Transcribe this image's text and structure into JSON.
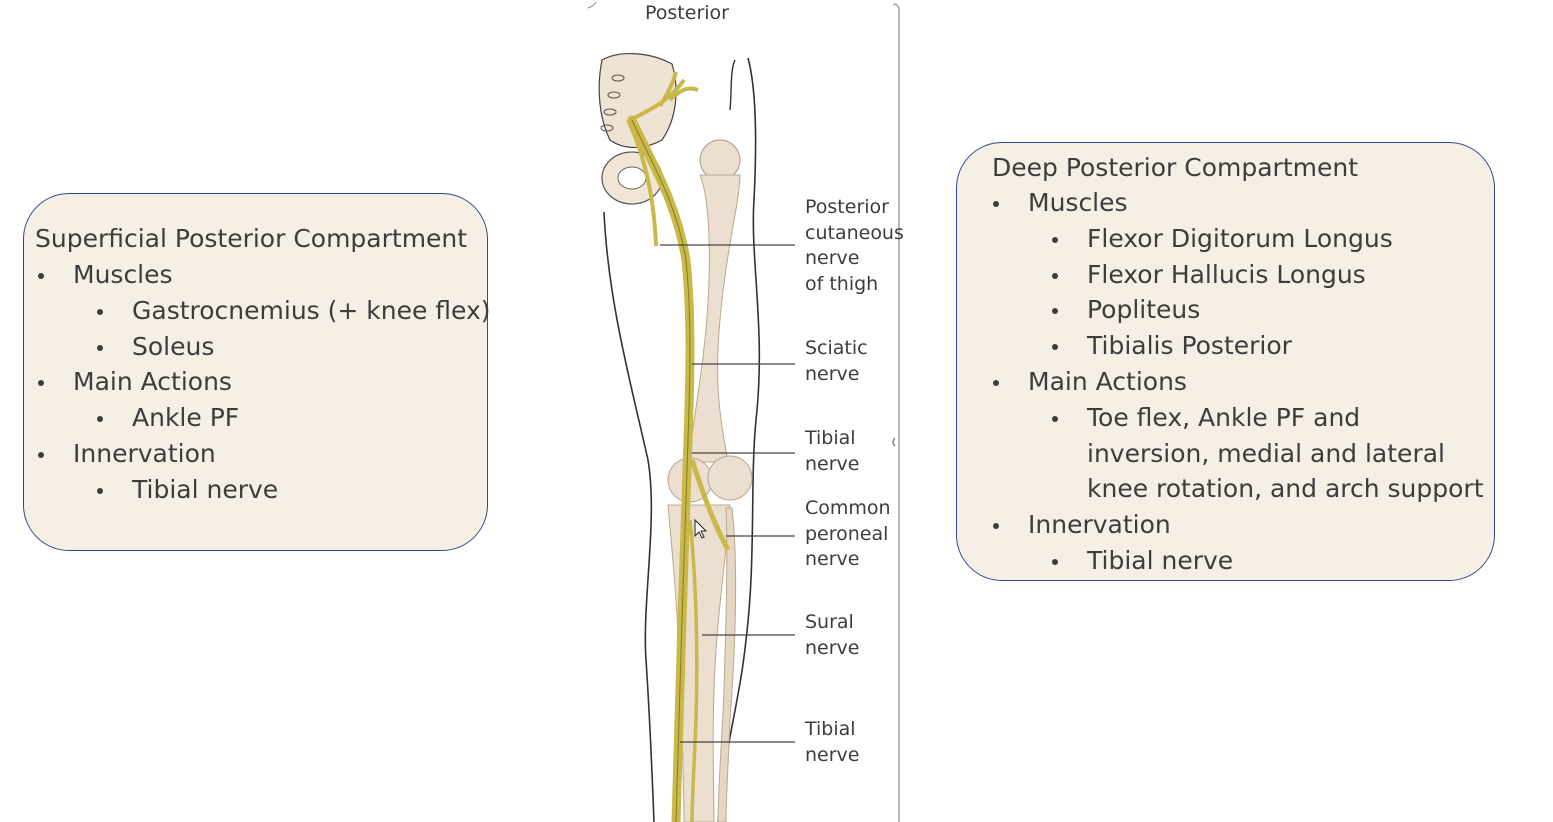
{
  "left_panel": {
    "title": "Superficial Posterior Compartment",
    "items": [
      {
        "label": "Muscles",
        "children": [
          "Gastrocnemius (+ knee flex)",
          "Soleus"
        ]
      },
      {
        "label": "Main Actions",
        "children": [
          "Ankle PF"
        ]
      },
      {
        "label": "Innervation",
        "children": [
          "Tibial nerve"
        ]
      }
    ]
  },
  "right_panel": {
    "title": "Deep Posterior Compartment",
    "items": [
      {
        "label": "Muscles",
        "children": [
          "Flexor Digitorum Longus",
          "Flexor Hallucis Longus",
          "Popliteus",
          "Tibialis Posterior"
        ]
      },
      {
        "label": "Main Actions",
        "children": [
          "Toe flex, Ankle PF and inversion, medial and lateral knee rotation, and arch support"
        ]
      },
      {
        "label": "Innervation",
        "children": [
          "Tibial nerve"
        ]
      }
    ]
  },
  "figure": {
    "heading": "Posterior",
    "labels": {
      "posterior_cutaneous": "Posterior\ncutaneous\nnerve\nof thigh",
      "sciatic": "Sciatic\nnerve",
      "tibial_upper": "Tibial\nnerve",
      "common_peroneal": "Common\nperoneal\nnerve",
      "sural": "Sural\nnerve",
      "tibial_lower": "Tibial\nnerve"
    }
  },
  "colors": {
    "panel_fill": "#f5efe6",
    "panel_border": "#2f4a8c",
    "nerve": "#c9b84a",
    "bone": "#ecdfcf"
  }
}
